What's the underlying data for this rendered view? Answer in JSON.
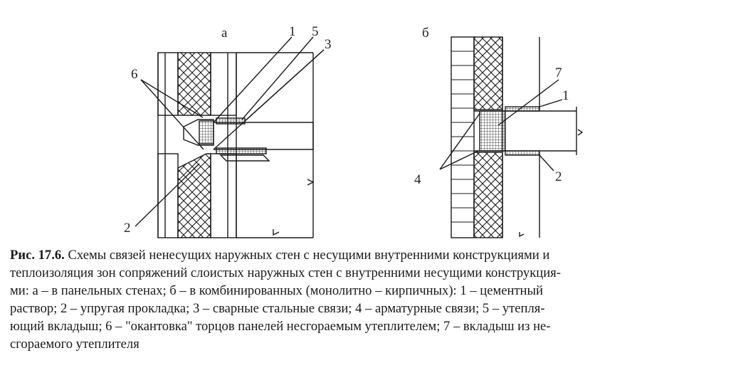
{
  "figure": {
    "part_a_label": "а",
    "part_b_label": "б",
    "callouts_a": [
      "1",
      "5",
      "3",
      "6",
      "2"
    ],
    "callouts_b": [
      "7",
      "1",
      "4",
      "2"
    ],
    "colors": {
      "ink": "#1a1a1a",
      "paper": "#ffffff"
    }
  },
  "caption": {
    "number": "Рис. 17.6.",
    "lines": [
      "Схемы связей ненесущих наружных стен с несущими внутренними конструкциями и",
      "теплоизоляция зон сопряжений слоистых наружных стен с внутренними несущими конструкция-",
      "ми: а – в панельных стенах; б – в комбинированных (монолитно – кирпичных): 1  – цементный",
      "раствор; 2 – упругая прокладка; 3 – сварные стальные связи; 4  – арматурные связи; 5 –  утепля-",
      "ющий вкладыш; 6 – \"окантовка\" торцов панелей несгораемым утеплителем; 7 – вкладыш из не-",
      "сгораемого утеплителя"
    ]
  }
}
